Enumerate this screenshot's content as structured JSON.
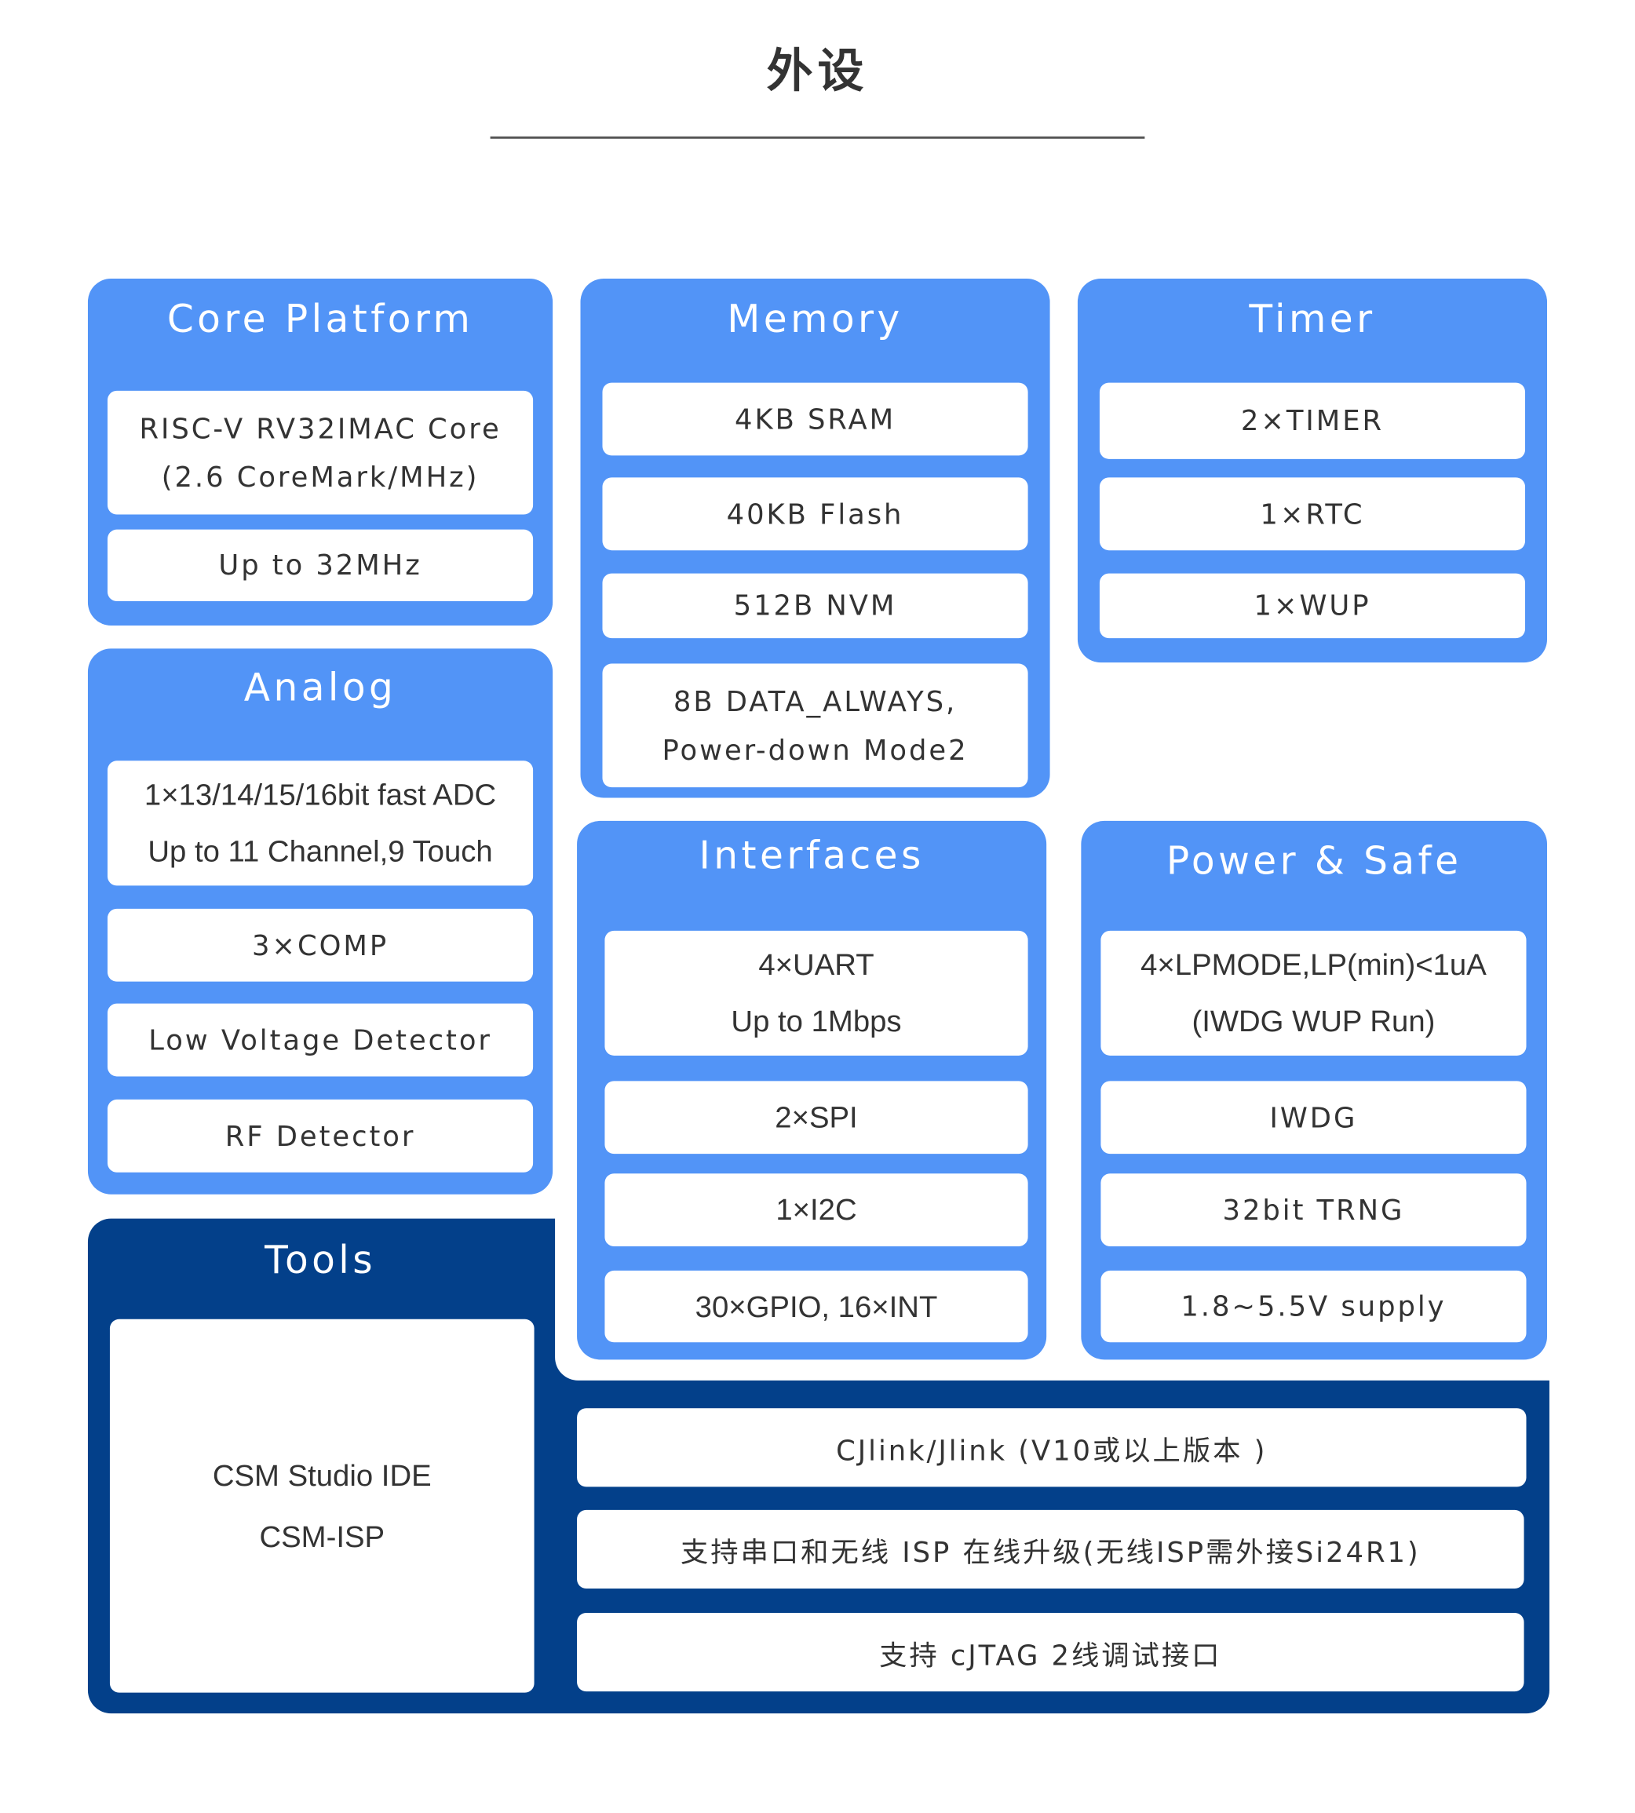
{
  "page": {
    "title": "外设"
  },
  "core_platform": {
    "heading": "Core Platform",
    "items": [
      {
        "line1": "RISC-V RV32IMAC Core",
        "line2": "(2.6 CoreMark/MHz)"
      },
      {
        "line1": "Up to 32MHz"
      }
    ]
  },
  "memory": {
    "heading": "Memory",
    "items": [
      {
        "line1": "4KB SRAM"
      },
      {
        "line1": "40KB Flash"
      },
      {
        "line1": "512B NVM"
      },
      {
        "line1": "8B DATA_ALWAYS,",
        "line2": "Power-down Mode2"
      }
    ]
  },
  "timer": {
    "heading": "Timer",
    "items": [
      {
        "line1": "2×TIMER"
      },
      {
        "line1": "1×RTC"
      },
      {
        "line1": "1×WUP"
      }
    ]
  },
  "analog": {
    "heading": "Analog",
    "items": [
      {
        "line1": "1×13/14/15/16bit  fast ADC",
        "line2": "Up to 11 Channel,9 Touch"
      },
      {
        "line1": "3×COMP"
      },
      {
        "line1": "Low Voltage Detector"
      },
      {
        "line1": "RF Detector"
      }
    ]
  },
  "interfaces": {
    "heading": "Interfaces",
    "items": [
      {
        "line1": "4×UART",
        "line2": "Up to 1Mbps"
      },
      {
        "line1": "2×SPI"
      },
      {
        "line1": "1×I2C"
      },
      {
        "line1": "30×GPIO, 16×INT"
      }
    ]
  },
  "power_safe": {
    "heading": "Power & Safe",
    "items": [
      {
        "line1": "4×LPMODE,LP(min)<1uA",
        "line2": "(IWDG  WUP Run)"
      },
      {
        "line1": "IWDG"
      },
      {
        "line1": "32bit TRNG"
      },
      {
        "line1": "1.8~5.5V supply"
      }
    ]
  },
  "tools": {
    "heading": "Tools",
    "ide": {
      "line1": "CSM Studio IDE",
      "line2": "CSM-ISP"
    },
    "items": [
      {
        "line1": "CJlink/Jlink (V10或以上版本 )"
      },
      {
        "line1": "支持串口和无线 ISP 在线升级(无线ISP需外接Si24R1)"
      },
      {
        "line1": "支持 cJTAG 2线调试接口"
      }
    ]
  },
  "colors": {
    "light_panel": "#5294f7",
    "dark_panel": "#03408a",
    "item_bg": "#ffffff",
    "text": "#333333"
  }
}
